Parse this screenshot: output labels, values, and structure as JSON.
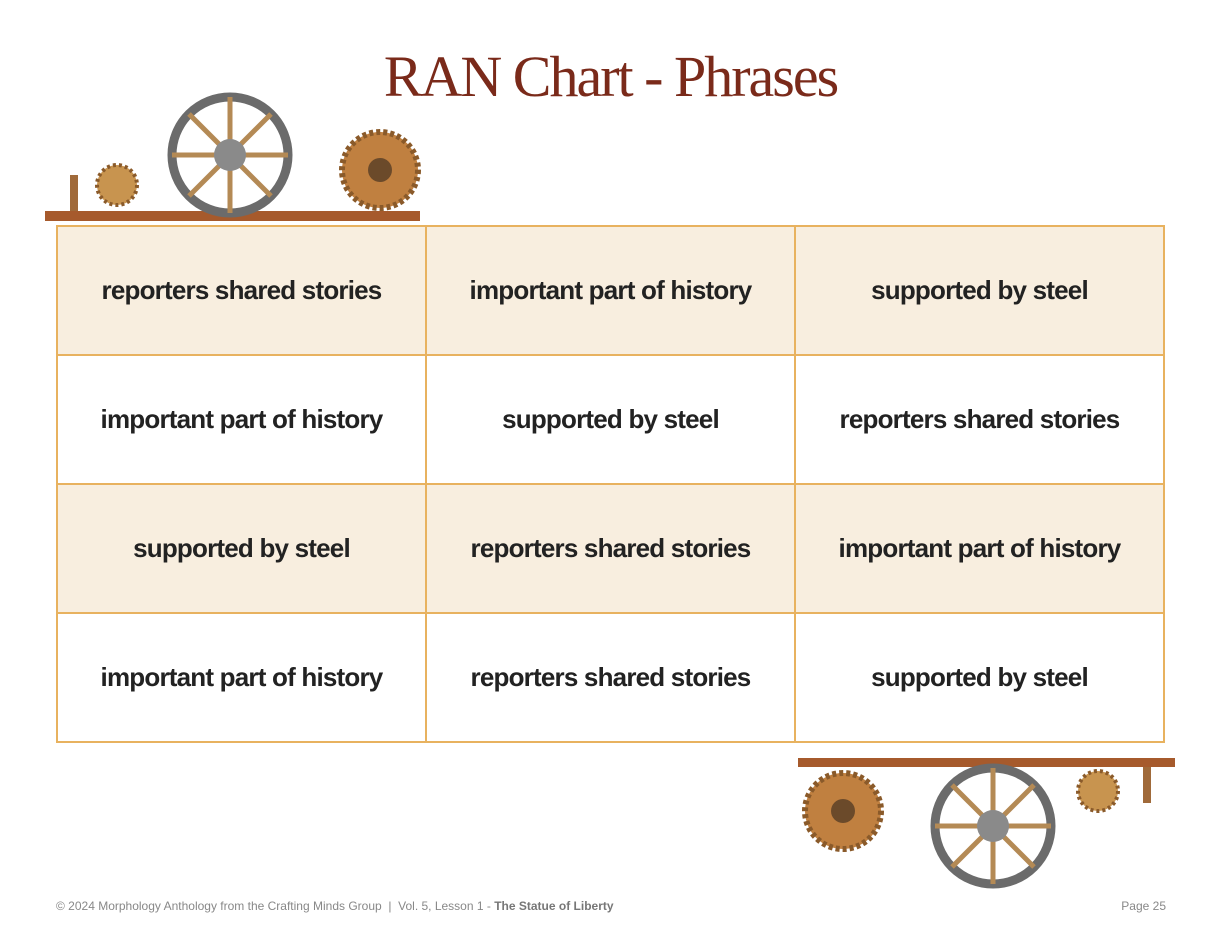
{
  "title": "RAN Chart - Phrases",
  "grid": {
    "rows": [
      [
        "reporters shared stories",
        "important part of history",
        "supported by steel"
      ],
      [
        "important part of history",
        "supported by steel",
        "reporters shared stories"
      ],
      [
        "supported by steel",
        "reporters shared stories",
        "important part of history"
      ],
      [
        "important part of history",
        "reporters shared stories",
        "supported by steel"
      ]
    ]
  },
  "footer": {
    "copyright": "© 2024 Morphology Anthology from the Crafting Minds Group  |  Vol. 5, Lesson 1 - ",
    "lesson_title": "The Statue of Liberty",
    "page": "Page 25"
  },
  "colors": {
    "title": "#7a2a1a",
    "border": "#e8b25f",
    "shade": "#f8eedf"
  }
}
